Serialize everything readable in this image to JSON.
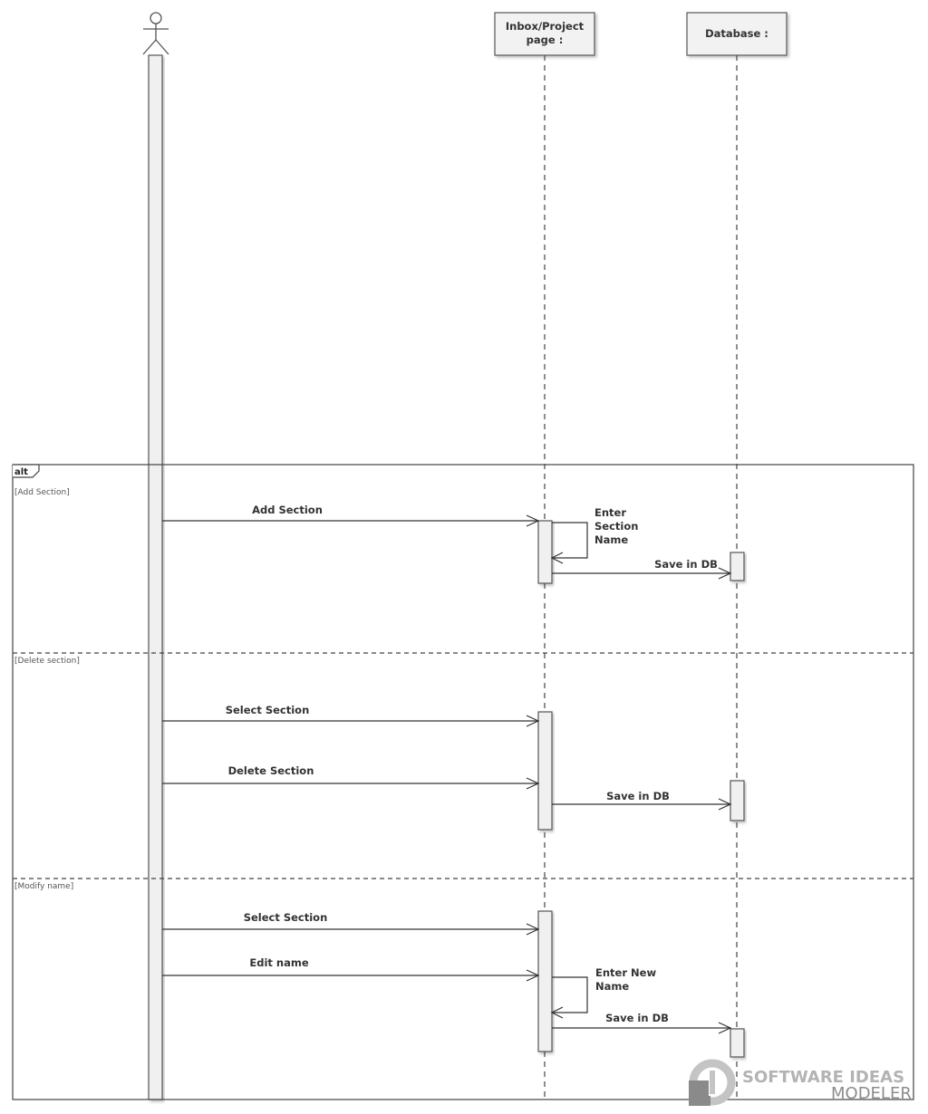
{
  "lifelines": {
    "inbox": {
      "label_line1": "Inbox/Project",
      "label_line2": "page :"
    },
    "database": {
      "label": "Database :"
    }
  },
  "fragment": {
    "operator": "alt",
    "guards": [
      "[Add Section]",
      "[Delete section]",
      "[Modify name]"
    ]
  },
  "messages": {
    "add_section": "Add Section",
    "enter_section_name": [
      "Enter",
      "Section",
      "Name"
    ],
    "save_db_1": "Save in DB",
    "select_section_1": "Select Section",
    "delete_section": "Delete Section",
    "save_db_2": "Save in DB",
    "select_section_2": "Select Section",
    "edit_name": "Edit name",
    "enter_new_name": [
      "Enter New",
      "Name"
    ],
    "save_db_3": "Save in DB"
  },
  "watermark": {
    "line1": "SOFTWARE IDEAS",
    "line2": "MODELER"
  }
}
